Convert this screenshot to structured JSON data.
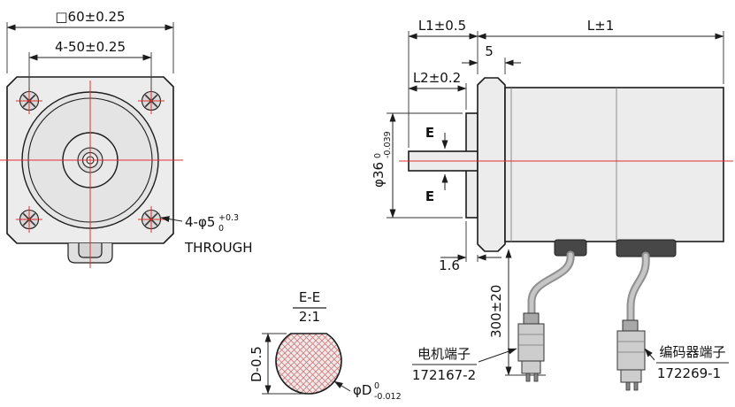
{
  "drawing": {
    "front": {
      "dim_square": "□60±0.25",
      "dim_bolt_circle": "4-50±0.25",
      "hole_callout": "4-φ5",
      "hole_tol_upper": "+0.3",
      "hole_tol_lower": "0",
      "hole_through": "THROUGH"
    },
    "side": {
      "dim_l1": "L1±0.5",
      "dim_l": "L±1",
      "dim_flange_thickness": "5",
      "dim_l2": "L2±0.2",
      "dim_pilot": "φ36",
      "pilot_tol_upper": "0",
      "pilot_tol_lower": "-0.039",
      "section_mark_top": "E",
      "section_mark_bottom": "E",
      "dim_boss": "1.6",
      "dim_cable_length": "300±20",
      "motor_terminal_label": "电机端子",
      "motor_terminal_part": "172167-2",
      "encoder_terminal_label": "编码器端子",
      "encoder_terminal_part": "172269-1"
    },
    "section": {
      "title": "E-E",
      "scale": "2:1",
      "dim_flat": "D-0.5",
      "dim_shaft": "φD",
      "shaft_tol_upper": "0",
      "shaft_tol_lower": "-0.012"
    }
  },
  "colors": {
    "outline": "#1c1c1c",
    "centerline": "#e03030",
    "part_fill": "#ececec",
    "hatch": "#d97b7b"
  }
}
